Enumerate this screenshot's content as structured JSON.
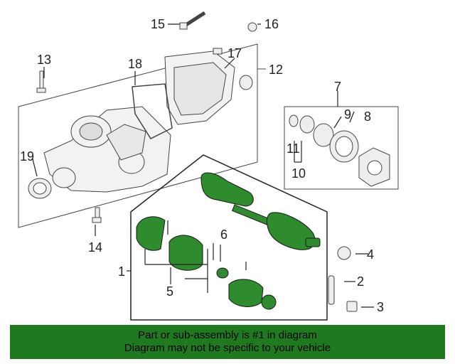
{
  "callouts": {
    "c1": "1",
    "c2": "2",
    "c3": "3",
    "c4": "4",
    "c5": "5",
    "c6": "6",
    "c7": "7",
    "c8": "8",
    "c9": "9",
    "c10": "10",
    "c11": "11",
    "c12": "12",
    "c13": "13",
    "c14": "14",
    "c15": "15",
    "c16": "16",
    "c17": "17",
    "c18": "18",
    "c19": "19"
  },
  "banner": {
    "line1": "Part or sub-assembly is #1 in diagram",
    "line2": "Diagram may not be specific to your vehicle"
  },
  "colors": {
    "highlight": "#2e8b2e",
    "banner_bg": "#1f7a1f",
    "line": "#222222"
  }
}
